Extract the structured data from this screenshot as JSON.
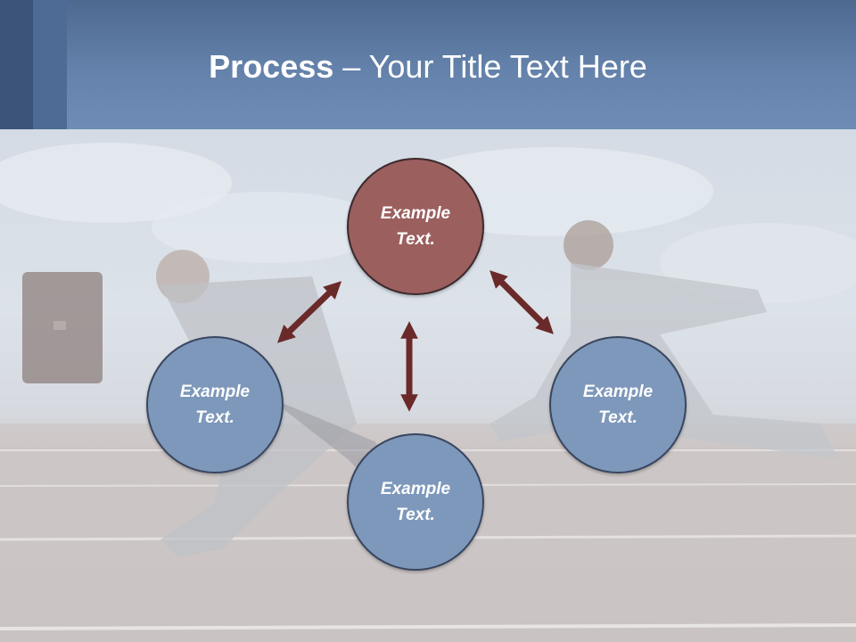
{
  "title": {
    "bold": "Process",
    "rest": " – Your Title Text Here"
  },
  "nodes": {
    "top": "Example Text.",
    "left": "Example Text.",
    "right": "Example Text.",
    "bottom": "Example Text."
  },
  "colors": {
    "header": "#6482ab",
    "node_blue": "#7d98ba",
    "node_red": "#9b5f5e",
    "arrow": "#6b2a2a"
  }
}
